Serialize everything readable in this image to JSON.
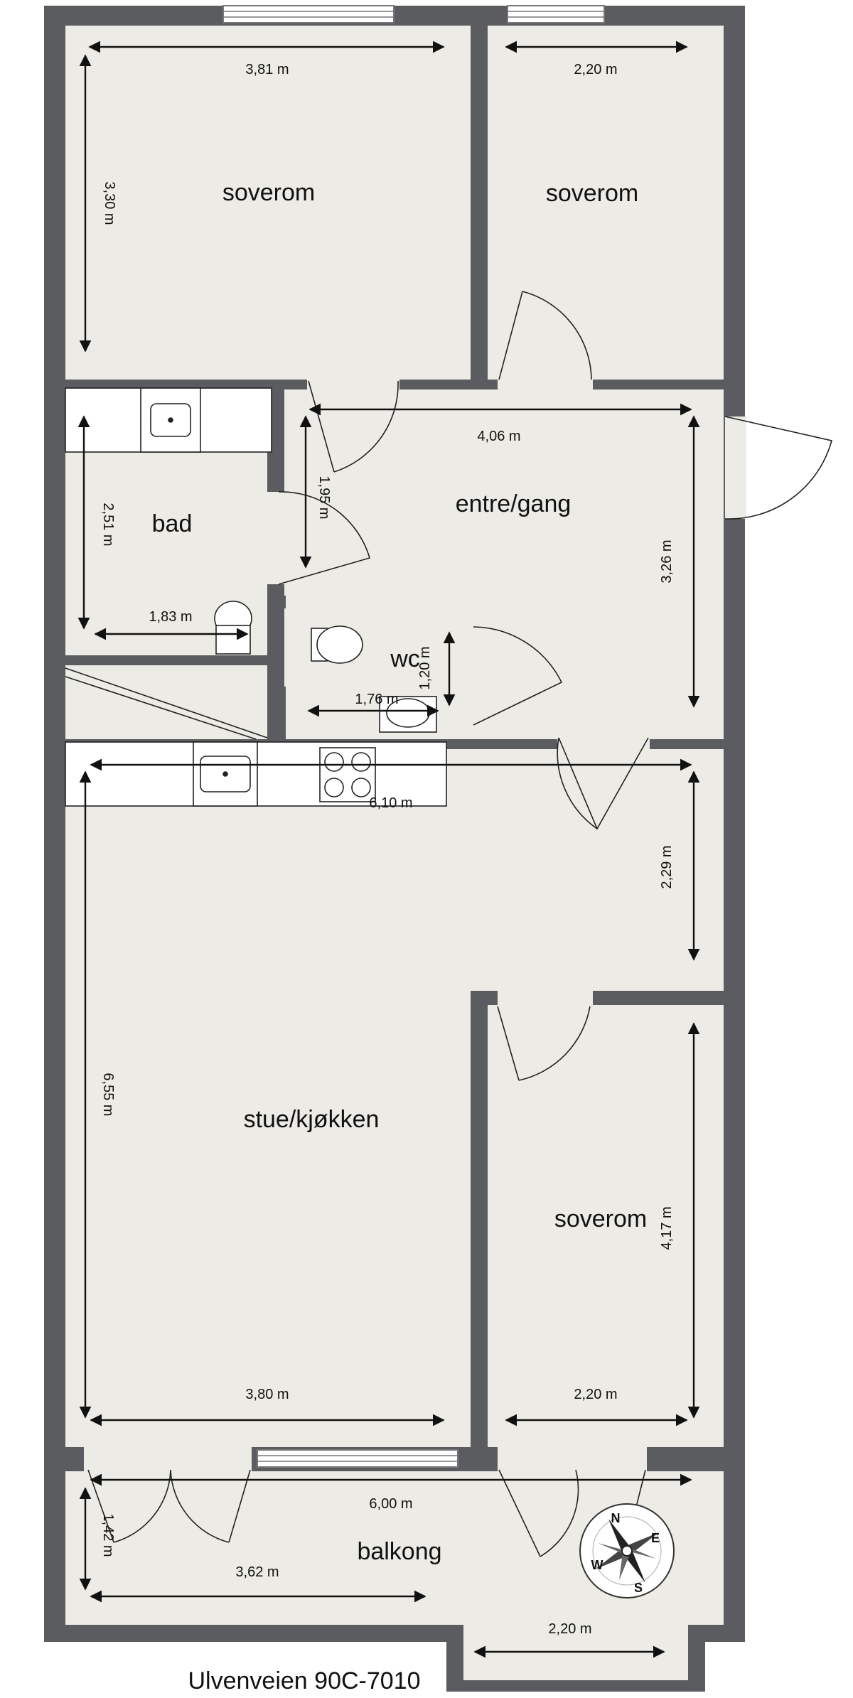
{
  "plan": {
    "address": "Ulvenveien 90C-7010",
    "rooms": {
      "bedroom_top_left": "soverom",
      "bedroom_top_right": "soverom",
      "bathroom": "bad",
      "hallway": "entre/gang",
      "wc": "wc",
      "living_kitchen": "stue/kjøkken",
      "bedroom_bottom_right": "soverom",
      "balcony": "balkong"
    },
    "dimensions": {
      "bedroom_tl_width": "3,81 m",
      "bedroom_tl_depth": "3,30 m",
      "bedroom_tr_width": "2,20 m",
      "hall_width": "4,06 m",
      "hall_depth": "3,26 m",
      "hall_inner": "1,95 m",
      "bath_depth": "2,51 m",
      "bath_width": "1,83 m",
      "wc_width": "1,76 m",
      "wc_depth": "1,20 m",
      "kitchen_width": "6,10 m",
      "living_right_depth": "2,29 m",
      "living_depth": "6,55 m",
      "living_width": "3,80 m",
      "bedroom_br_depth": "4,17 m",
      "bedroom_br_width": "2,20 m",
      "balcony_width": "6,00 m",
      "balcony_depth": "1,42 m",
      "balcony_left": "3,62 m",
      "balcony_ext": "2,20 m"
    },
    "compass": {
      "n": "N",
      "e": "E",
      "s": "S",
      "w": "W"
    },
    "colors": {
      "wall": "#5a5c5f",
      "floor": "#ecebe5",
      "window": "#ffffff",
      "line": "#222222"
    }
  }
}
